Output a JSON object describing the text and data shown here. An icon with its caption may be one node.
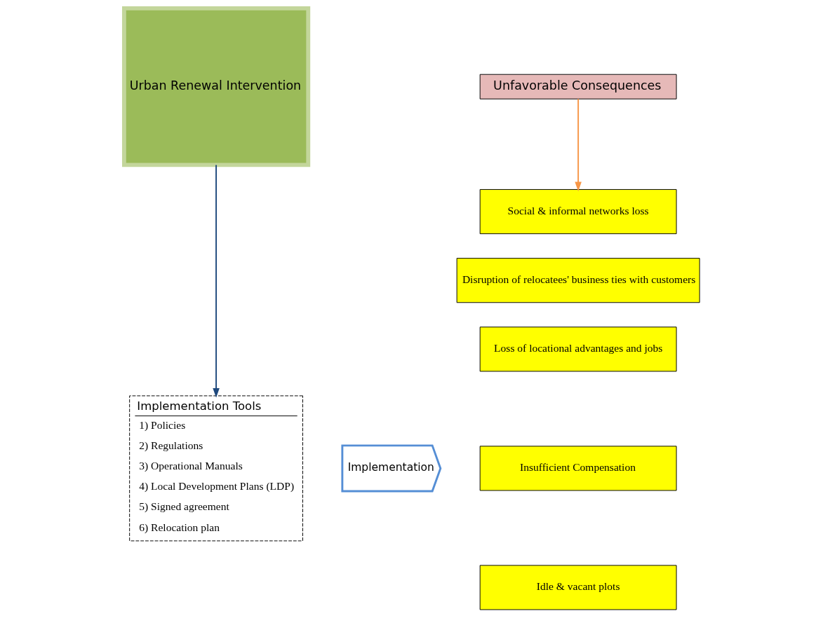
{
  "diagram": {
    "nodes": [
      {
        "text": [
          "Urban Renewal Intervention"
        ]
      },
      {
        "text": [
          "Implementation Tools",
          "1) Policies",
          "2) Regulations",
          "3) Operational Manuals",
          "4) Local Development Plans (LDP)",
          "5) Signed agreement",
          "6) Relocation plan"
        ]
      },
      {
        "text": [
          "Implementation"
        ]
      },
      {
        "text": [
          "Unfavorable Consequences"
        ]
      },
      {
        "text": [
          "Social & informal networks loss"
        ]
      },
      {
        "text": [
          "Disruption of relocatees' business ties with customers"
        ]
      },
      {
        "text": [
          "Loss of locational advantages and jobs"
        ]
      },
      {
        "text": [
          "Insufficient Compensation"
        ]
      },
      {
        "text": [
          "Idle & vacant plots"
        ]
      }
    ],
    "edges": [
      {
        "from": 0,
        "to": 1,
        "arrow": "to",
        "color": "#1f497d"
      },
      {
        "from": 3,
        "to": 4,
        "arrow": "to",
        "color": "#f79646"
      }
    ]
  }
}
